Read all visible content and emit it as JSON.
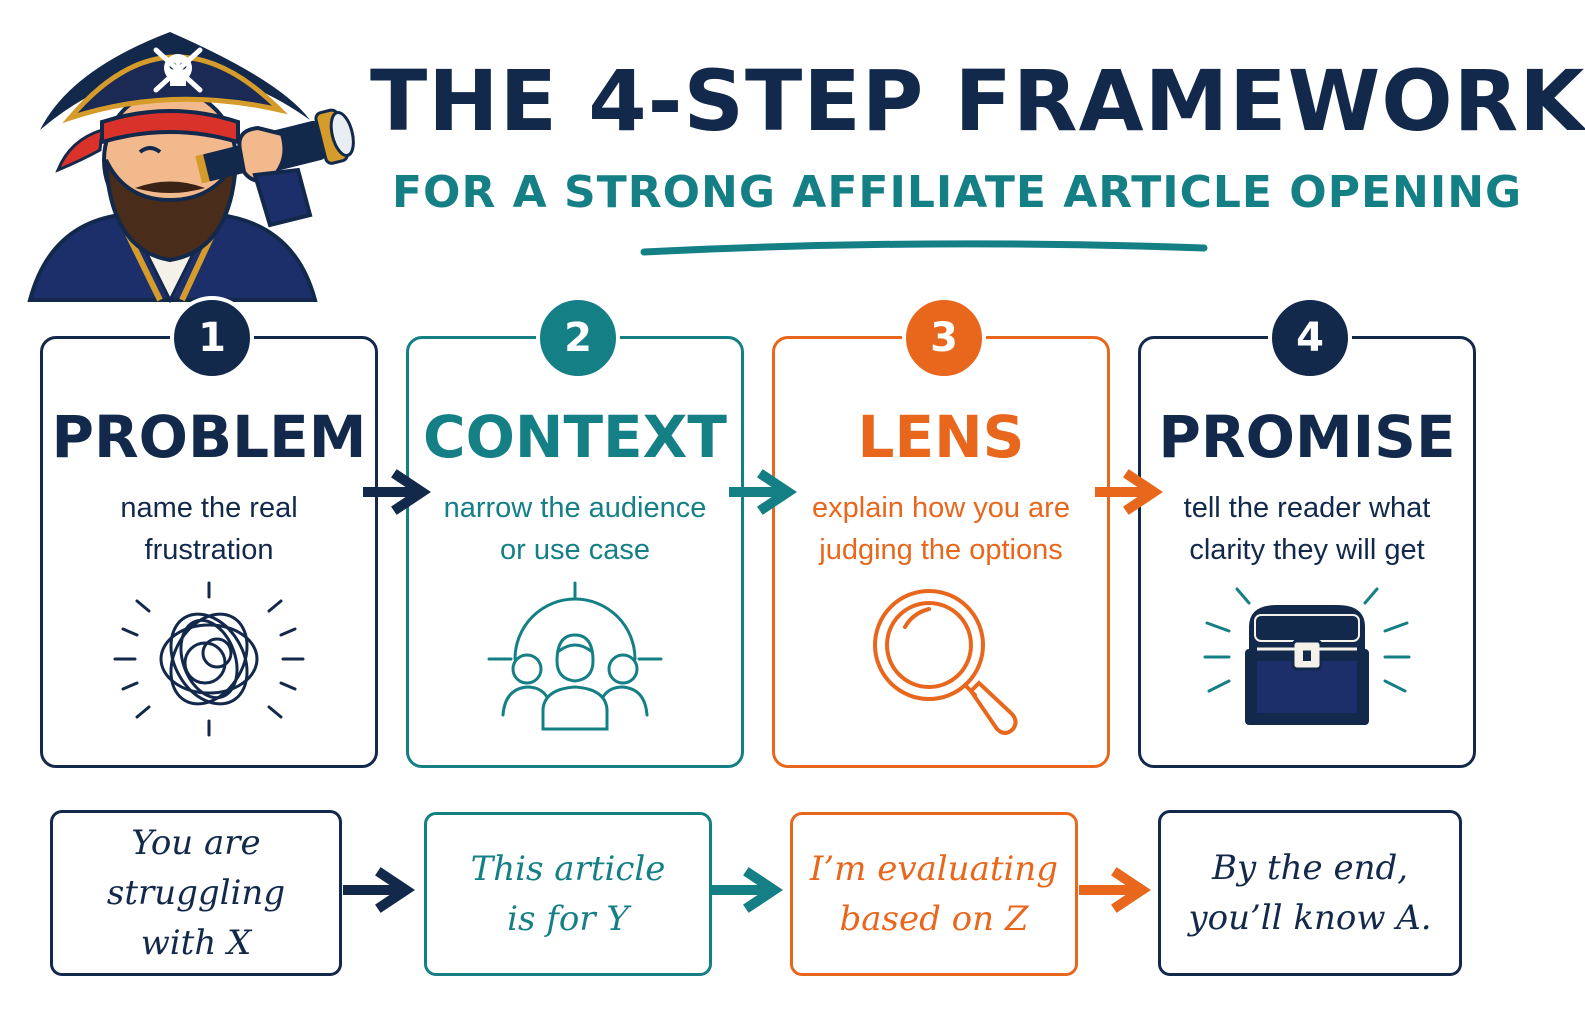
{
  "header": {
    "title": "THE 4-STEP FRAMEWORK",
    "subtitle": "FOR A STRONG AFFILIATE ARTICLE OPENING"
  },
  "colors": {
    "navy": "#13294b",
    "teal": "#157f86",
    "orange": "#e8671d"
  },
  "steps": [
    {
      "number": "1",
      "title": "PROBLEM",
      "desc_line1": "name the real",
      "desc_line2": "frustration",
      "icon": "tangled-knot-icon",
      "example_line1": "You are",
      "example_line2": "struggling",
      "example_line3": "with X"
    },
    {
      "number": "2",
      "title": "CONTEXT",
      "desc_line1": "narrow the audience",
      "desc_line2": "or use case",
      "icon": "target-audience-icon",
      "example_line1": "This article",
      "example_line2": "is for Y"
    },
    {
      "number": "3",
      "title": "LENS",
      "desc_line1": "explain how you are",
      "desc_line2": "judging the options",
      "icon": "magnifying-glass-icon",
      "example_line1": "I’m evaluating",
      "example_line2": "based on Z"
    },
    {
      "number": "4",
      "title": "PROMISE",
      "desc_line1": "tell the reader what",
      "desc_line2": "clarity they will get",
      "icon": "treasure-chest-icon",
      "example_line1": "By the end,",
      "example_line2": "you’ll know A."
    }
  ]
}
